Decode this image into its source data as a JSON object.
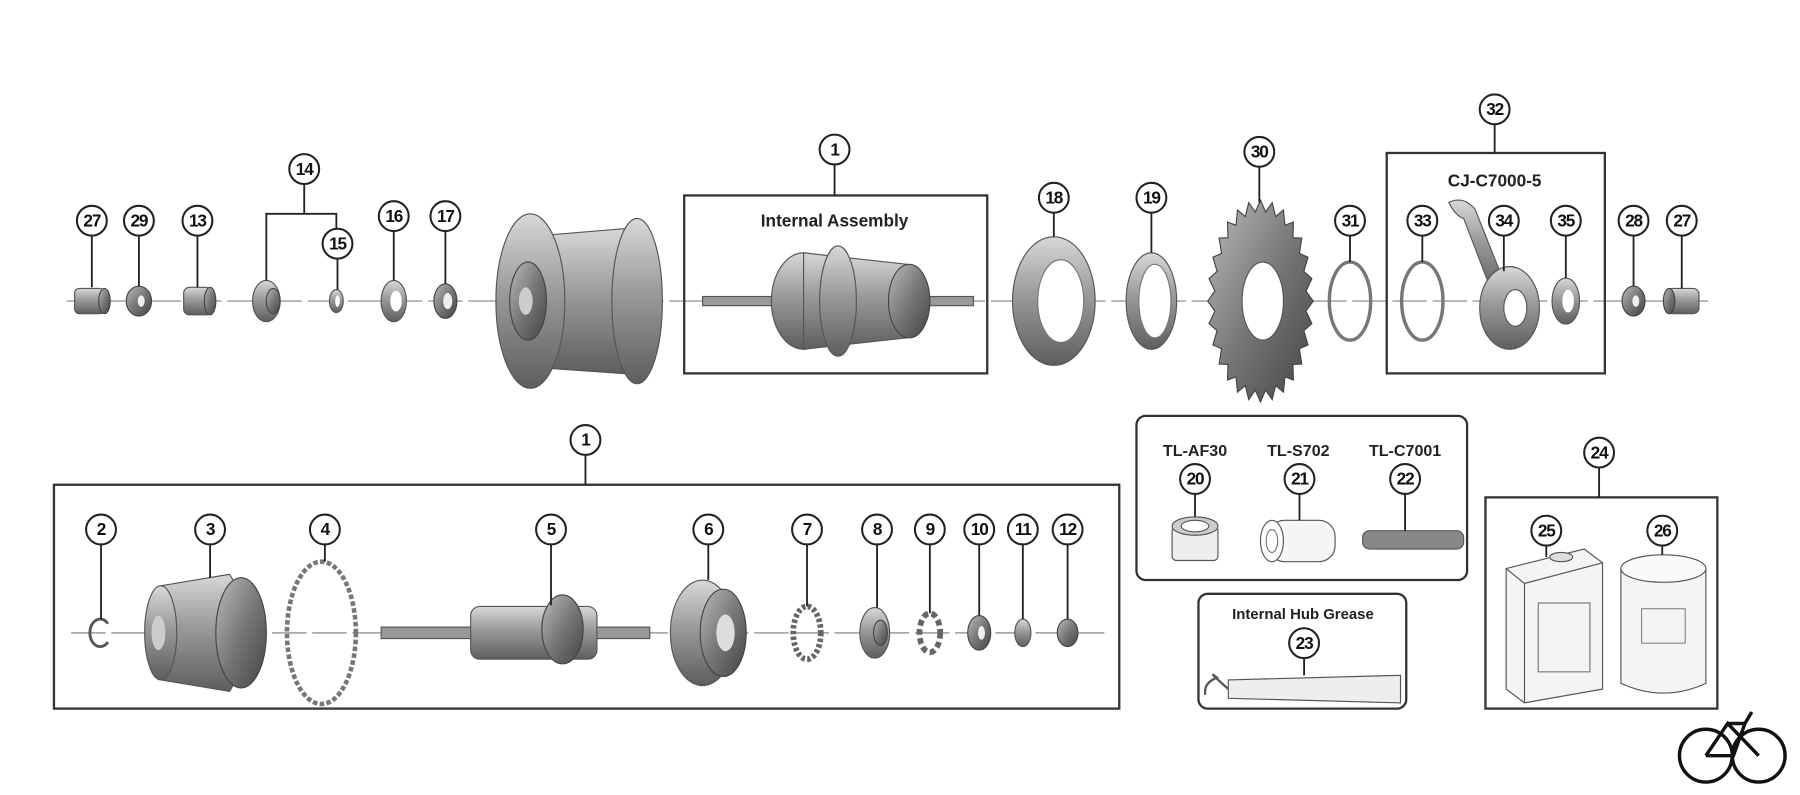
{
  "top_row": {
    "callouts": [
      "27",
      "29",
      "13",
      "14",
      "15",
      "16",
      "17",
      "1",
      "18",
      "19",
      "30",
      "31",
      "32",
      "33",
      "34",
      "35",
      "28",
      "27"
    ],
    "internal_assembly_label": "Internal Assembly",
    "cj_label": "CJ-C7000-5"
  },
  "bottom_row": {
    "callouts": [
      "1",
      "2",
      "3",
      "4",
      "5",
      "6",
      "7",
      "8",
      "9",
      "10",
      "11",
      "12"
    ]
  },
  "tools": {
    "labels": [
      "TL-AF30",
      "TL-S702",
      "TL-C7001"
    ],
    "callouts": [
      "20",
      "21",
      "22"
    ]
  },
  "grease": {
    "label": "Internal Hub Grease",
    "callout": "23"
  },
  "maintenance_kit": {
    "callouts": [
      "24",
      "25",
      "26"
    ]
  },
  "colors": {
    "line": "#333333",
    "metal": "#8a8a8a"
  }
}
